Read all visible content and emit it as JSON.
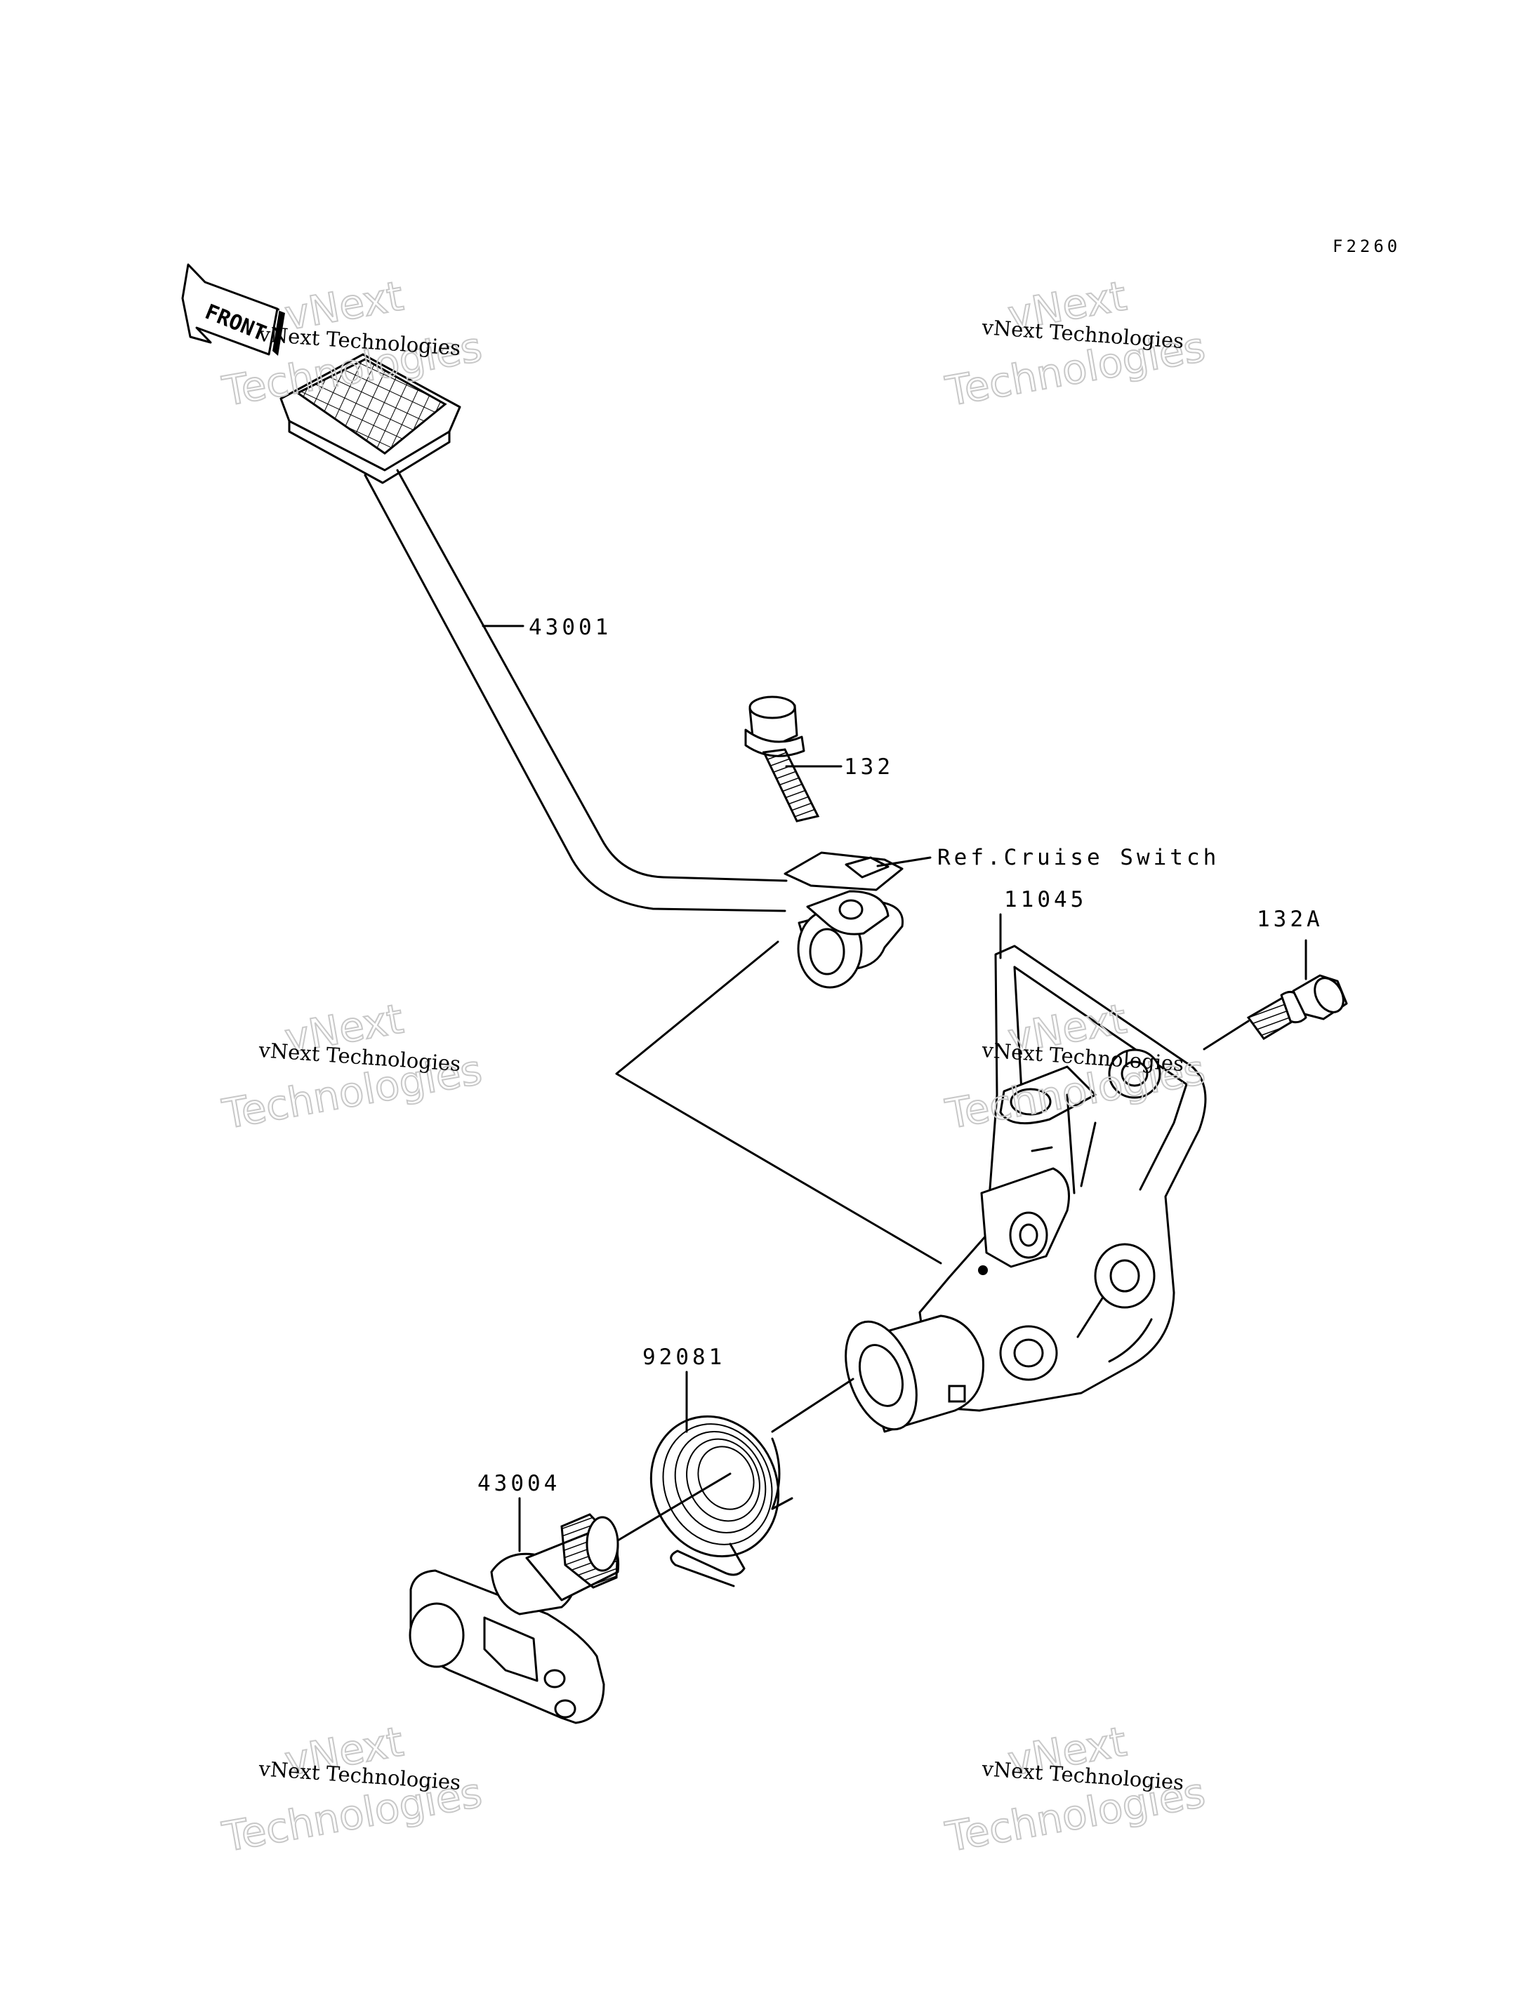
{
  "figure_code": "F2260",
  "front_label": "FRONT",
  "parts": {
    "p43001": "43001",
    "p132": "132",
    "ref_cruise": "Ref.Cruise Switch",
    "p11045": "11045",
    "p132a": "132A",
    "p92081": "92081",
    "p43004": "43004"
  },
  "watermark": {
    "line1": "vNext Technologies",
    "line2": "Technologies",
    "line3": "vNext"
  }
}
